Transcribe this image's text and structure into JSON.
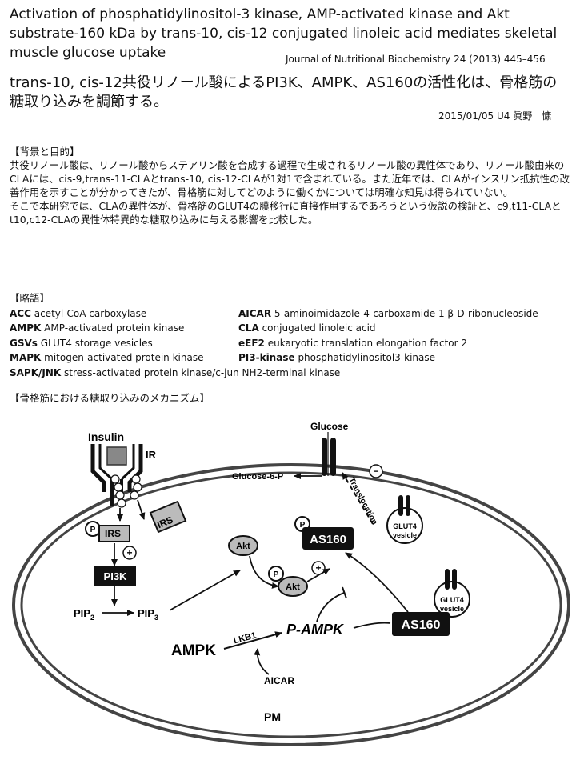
{
  "header": {
    "title_en": "Activation of phosphatidylinositol-3 kinase, AMP-activated kinase and Akt substrate-160 kDa by trans-10, cis-12 conjugated linoleic acid mediates skeletal muscle glucose uptake",
    "journal": "Journal of Nutritional Biochemistry 24 (2013) 445–456",
    "title_jp": "trans-10, cis-12共役リノール酸によるPI3K、AMPK、AS160の活性化は、骨格筋の糖取り込みを調節する。",
    "meta": "2015/01/05 U4 眞野　慷"
  },
  "background": {
    "heading": "【背景と目的】",
    "paragraph1": "共役リノール酸は、リノール酸からステアリン酸を合成する過程で生成されるリノール酸の異性体であり、リノール酸由来のCLAには、cis-9,trans-11-CLAとtrans-10, cis-12-CLAが1対1で含まれている。また近年では、CLAがインスリン抵抗性の改善作用を示すことが分かってきたが、骨格筋に対してどのように働くかについては明確な知見は得られていない。",
    "paragraph2": "そこで本研究では、CLAの異性体が、骨格筋のGLUT4の膜移行に直接作用するであろうという仮説の検証と、c9,t11-CLAとt10,c12-CLAの異性体特異的な糖取り込みに与える影響を比較した。"
  },
  "abbreviations": {
    "heading": "【略語】",
    "rows": [
      [
        {
          "abbr": "ACC",
          "def": "acetyl-CoA carboxylase"
        },
        {
          "abbr": "AICAR",
          "def": "5-aminoimidazole-4-carboxamide 1 β-D-ribonucleoside"
        }
      ],
      [
        {
          "abbr": "AMPK",
          "def": "AMP-activated protein kinase"
        },
        {
          "abbr": "CLA",
          "def": "conjugated linoleic acid"
        }
      ],
      [
        {
          "abbr": "GSVs",
          "def": "GLUT4 storage vesicles"
        },
        {
          "abbr": "eEF2",
          "def": "eukaryotic translation elongation factor 2"
        }
      ],
      [
        {
          "abbr": "MAPK",
          "def": "mitogen-activated protein kinase"
        },
        {
          "abbr": "PI3-kinase",
          "def": "phosphatidylinositol3-kinase"
        }
      ],
      [
        {
          "abbr": "SAPK/JNK",
          "def": "stress-activated protein kinase/c-jun NH2-terminal kinase"
        }
      ]
    ]
  },
  "mechanism": {
    "heading": "【骨格筋における糖取り込みのメカニズム】",
    "labels": {
      "insulin": "Insulin",
      "ir": "IR",
      "glucose": "Glucose",
      "glucose6p": "Glucose-6-P",
      "translocation": "Translocation",
      "minus": "−",
      "p": "P",
      "irs": "IRS",
      "plus": "+",
      "pi3k": "PI3K",
      "pip2": "PIP",
      "pip2_sub": "2",
      "pip3": "PIP",
      "pip3_sub": "3",
      "akt": "Akt",
      "as160": "AS160",
      "glut4": "GLUT4",
      "vesicle": "vesicle",
      "ampk": "AMPK",
      "lkb1": "LKB1",
      "p_ampk": "P-AMPK",
      "aicar": "AICAR",
      "pm": "PM"
    }
  }
}
